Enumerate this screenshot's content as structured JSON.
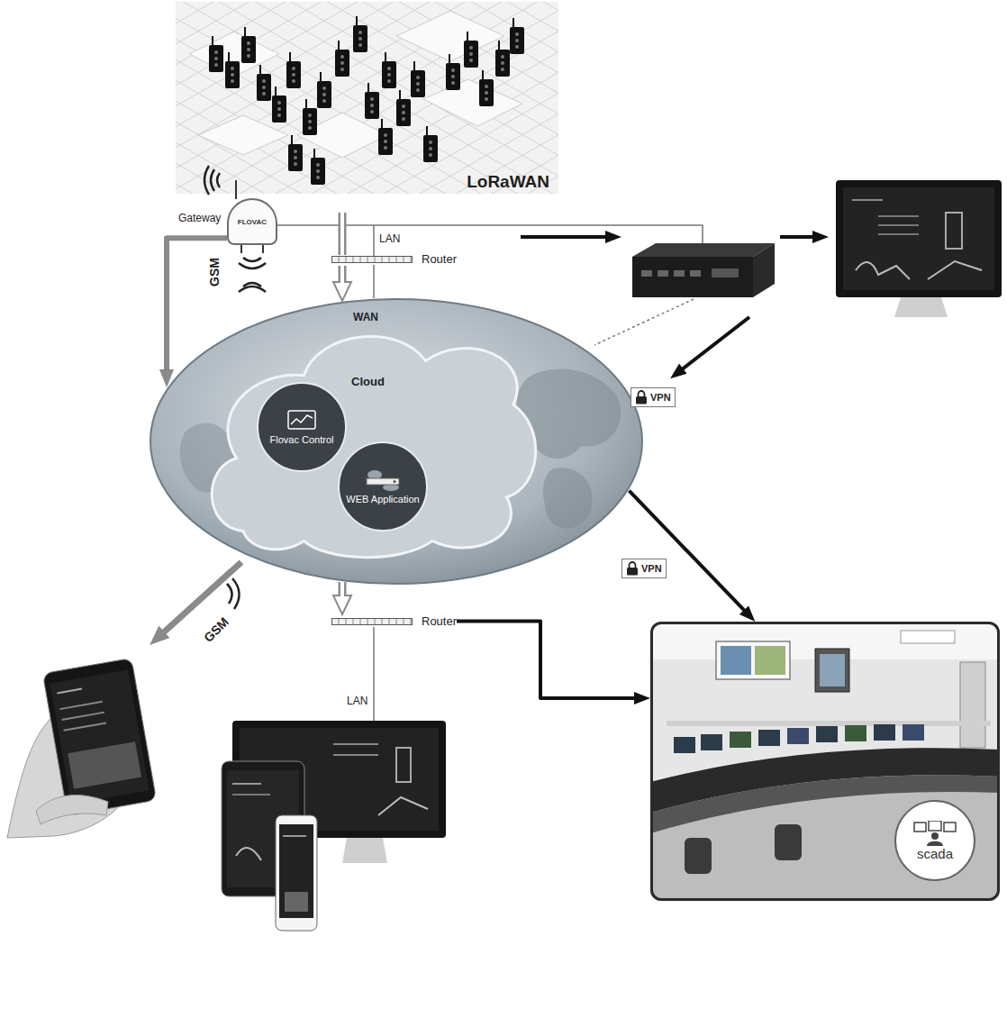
{
  "diagram": {
    "nodes": [
      {
        "text": [
          "LoRaWAN"
        ]
      },
      {
        "text": [
          "FLOVAC",
          "Gateway"
        ]
      },
      {
        "text": [
          "Router"
        ]
      },
      {
        "text": [
          "WAN"
        ]
      },
      {
        "text": [
          "Cloud"
        ],
        "in": 3
      },
      {
        "text": [
          "Flovac Control"
        ],
        "in": 4
      },
      {
        "text": [
          "WEB Application"
        ],
        "in": 4
      },
      {
        "text": [
          "Router"
        ]
      },
      {
        "text": [
          "scada"
        ]
      }
    ],
    "edges": [
      {
        "from": 1,
        "to": 3,
        "arrow": "to"
      },
      {
        "from": 2,
        "to": 3,
        "arrow": "to"
      },
      {
        "from": 3,
        "to": 7,
        "arrow": "to"
      },
      {
        "from": 3,
        "to": 8,
        "label": "VPN",
        "arrow": "to"
      },
      {
        "from": 7,
        "to": 8,
        "arrow": "to"
      }
    ],
    "labels": [
      "GSM",
      "LAN",
      "VPN",
      "GSM",
      "LAN"
    ]
  }
}
